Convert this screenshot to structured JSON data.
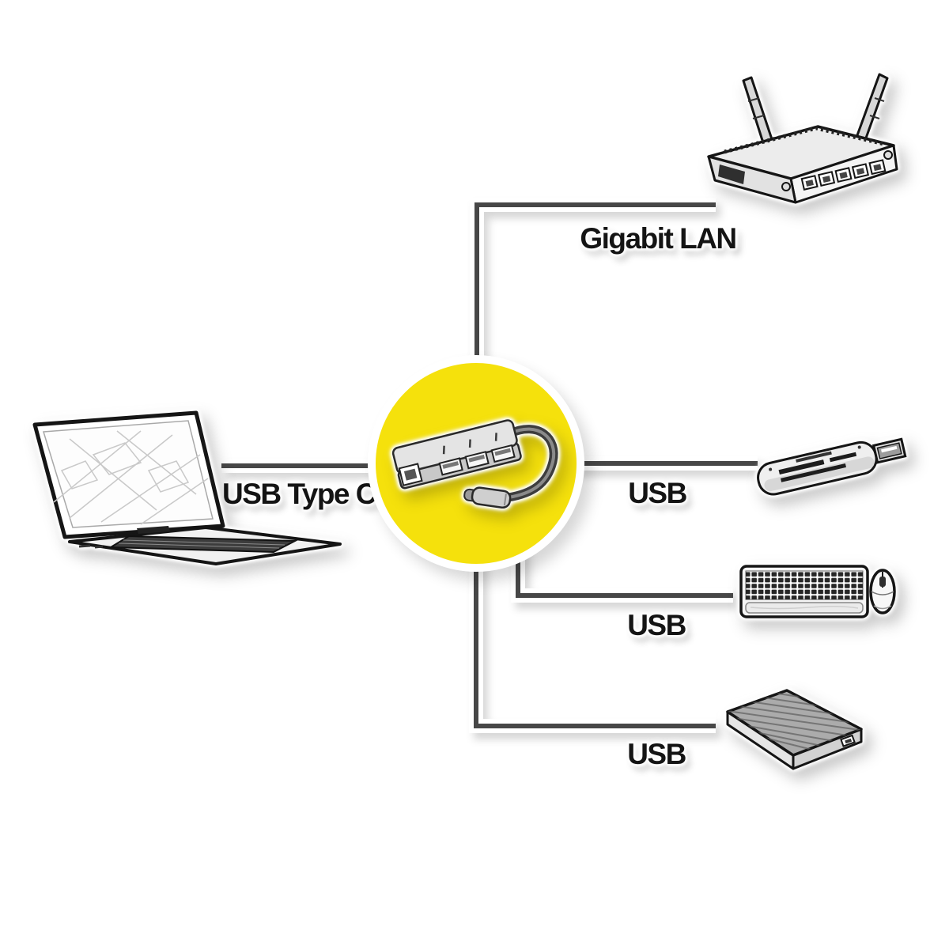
{
  "colors": {
    "background": "#FFFFFF",
    "hub_circle": "#F5E10C",
    "connector_line": "#474747",
    "label_text": "#141414"
  },
  "labels": {
    "usb_type_c": "USB Type C",
    "gigabit_lan": "Gigabit LAN",
    "usb_card_reader": "USB",
    "usb_keyboard_mouse": "USB",
    "usb_hard_drive": "USB"
  },
  "devices": {
    "laptop": "laptop",
    "router": "wireless-router",
    "card_reader": "usb-card-reader",
    "keyboard_mouse": "keyboard-and-mouse",
    "hard_drive": "external-hard-drive",
    "hub": "usb-c-multiport-hub"
  }
}
